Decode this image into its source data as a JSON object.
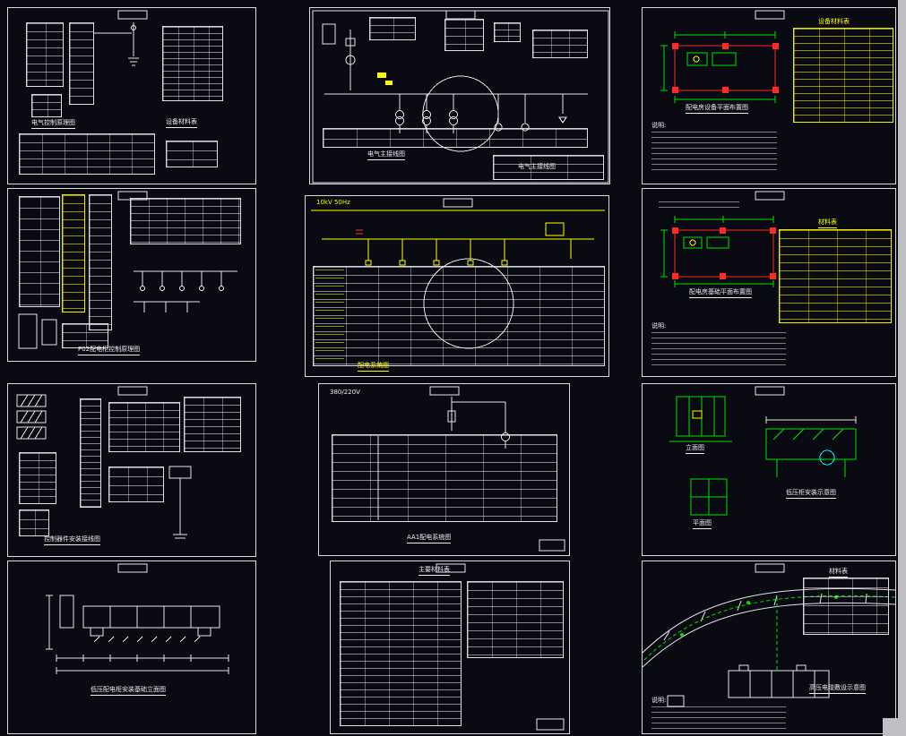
{
  "app": {
    "background_color": "#0a0a12",
    "scrollbar_color": "#bfbfc4",
    "colors": {
      "line": "#e4e4ea",
      "yellow": "#ffff00",
      "green": "#00e000",
      "red": "#ff2a2a",
      "cyan": "#00ffff"
    }
  },
  "sheets": {
    "l1": {
      "caption_left": "电气控制原理图",
      "caption_right": "设备材料表"
    },
    "l2": {
      "caption": "P02配电柜控制原理图"
    },
    "l3": {
      "caption": "控制器件安装接线图"
    },
    "l4": {
      "caption": "低压配电柜安装基础立面图"
    },
    "m1": {
      "caption": "电气主接线图",
      "title_block": "电气主接线图"
    },
    "m2": {
      "header": "10kV 50Hz",
      "caption": "配电系统图"
    },
    "m3": {
      "header": "380/220V",
      "caption": "AA1配电系统图"
    },
    "m4": {
      "title": "主要材料表"
    },
    "r1": {
      "caption": "配电房设备平面布置图",
      "table_title": "设备材料表",
      "notes_title": "说明:"
    },
    "r2": {
      "caption": "配电房基础平面布置图",
      "table_title": "材料表",
      "notes_title": "说明:"
    },
    "r3": {
      "caption_a": "立面图",
      "caption_b": "低压柜安装示意图",
      "caption_c": "平面图"
    },
    "r4": {
      "caption": "高压电缆敷设示意图",
      "table_title": "材料表",
      "notes_title": "说明:"
    }
  }
}
